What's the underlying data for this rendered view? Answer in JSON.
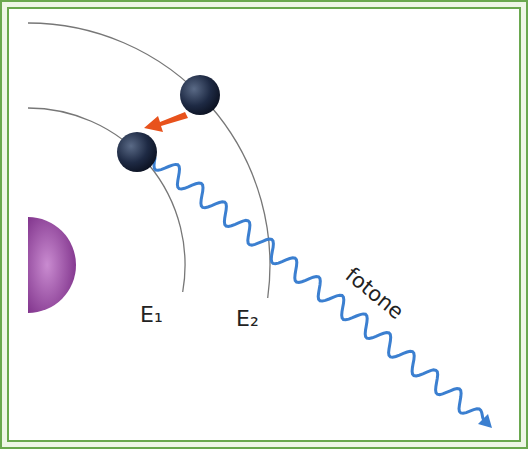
{
  "diagram": {
    "labels": [
      "E₁",
      "E₂",
      "fotone"
    ]
  }
}
